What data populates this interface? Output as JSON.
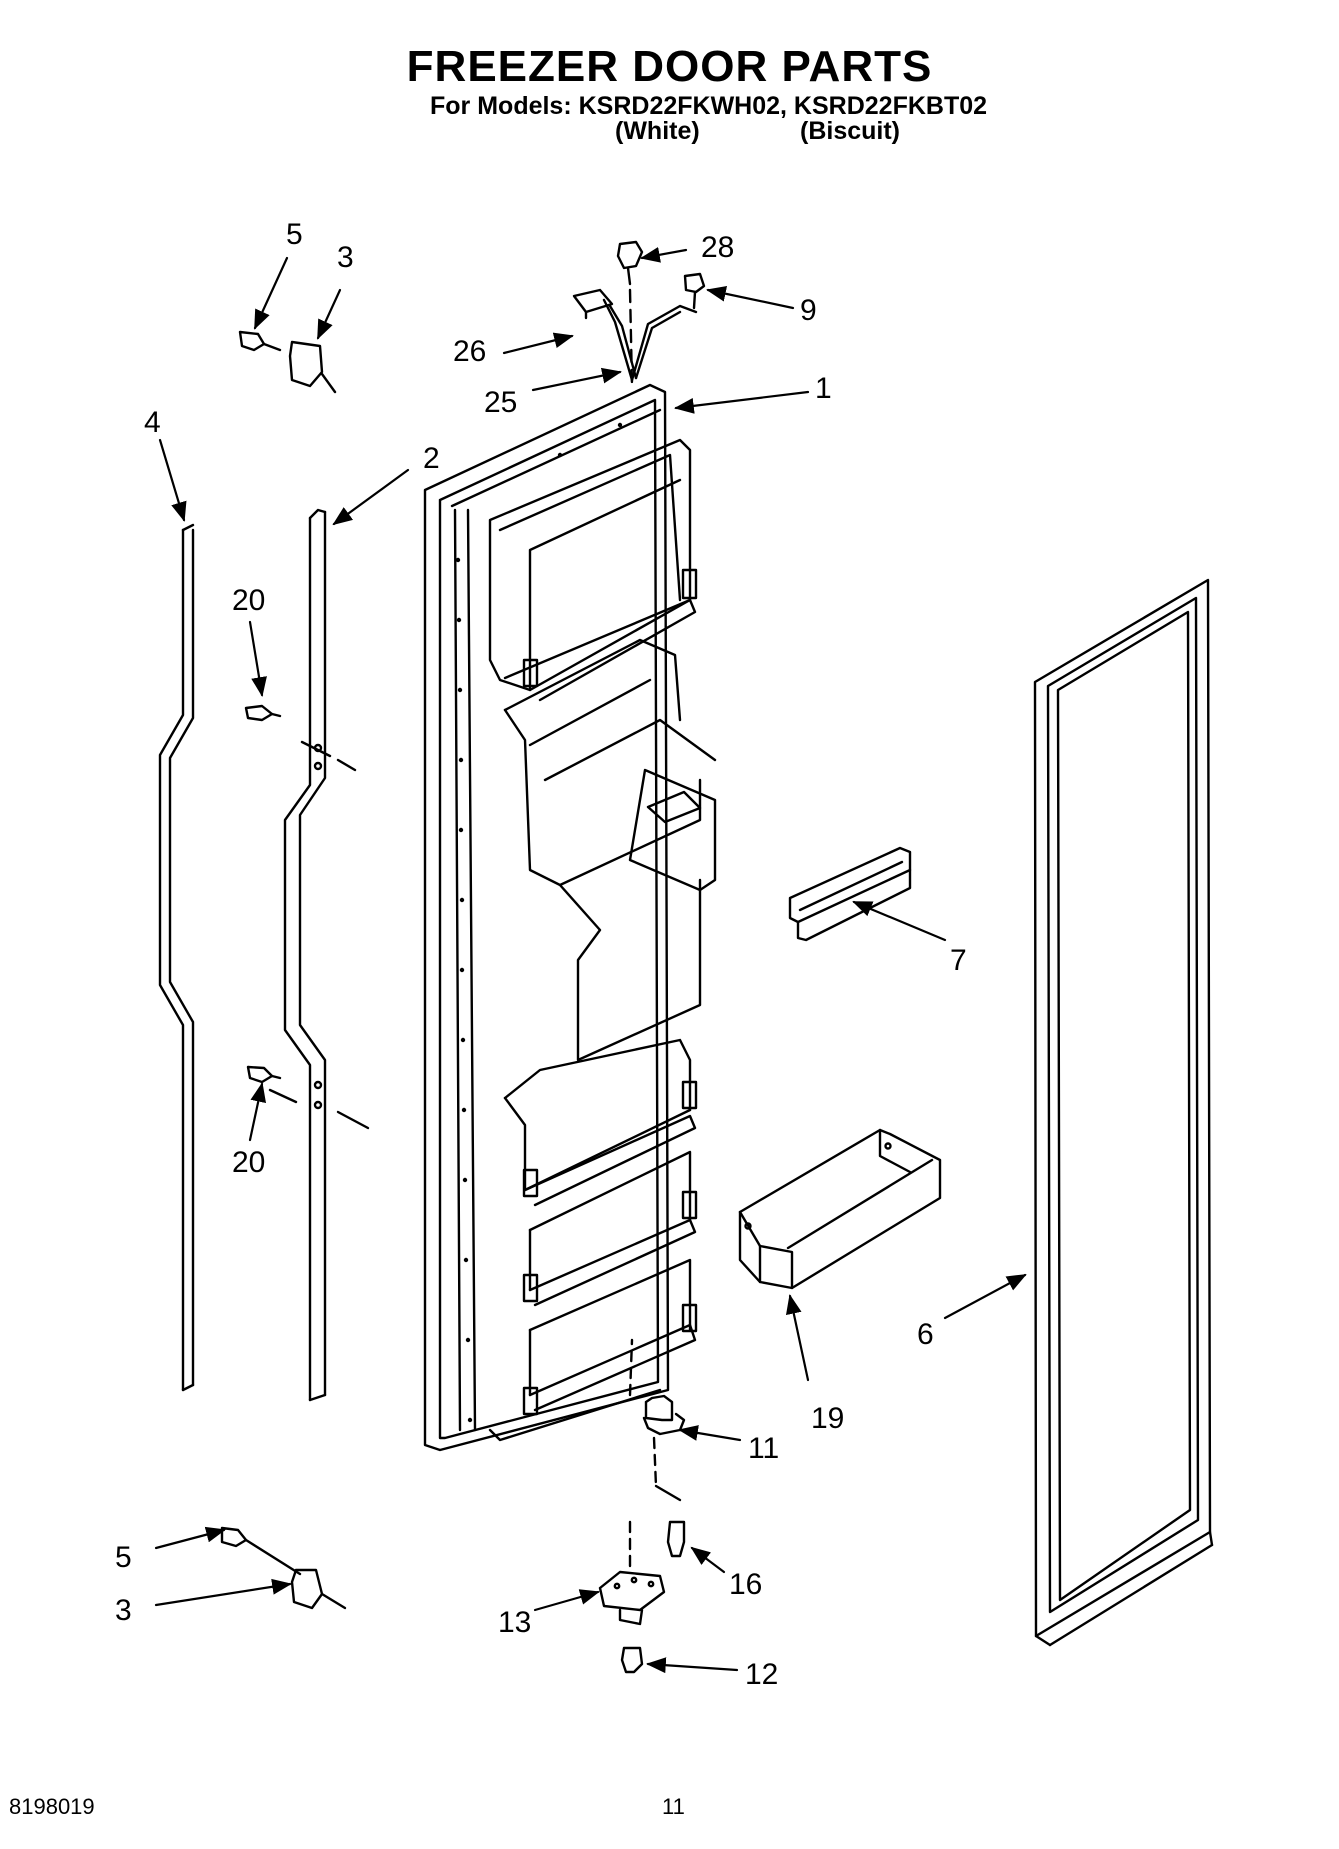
{
  "header": {
    "title": "FREEZER DOOR PARTS",
    "models_line": "For Models: KSRD22FKWH02, KSRD22FKBT02",
    "variant_white": "(White)",
    "variant_biscuit": "(Biscuit)"
  },
  "callouts": [
    {
      "id": "c28",
      "label": "28"
    },
    {
      "id": "c9",
      "label": "9"
    },
    {
      "id": "c26",
      "label": "26"
    },
    {
      "id": "c25",
      "label": "25"
    },
    {
      "id": "c1",
      "label": "1"
    },
    {
      "id": "c5a",
      "label": "5"
    },
    {
      "id": "c3a",
      "label": "3"
    },
    {
      "id": "c4",
      "label": "4"
    },
    {
      "id": "c2",
      "label": "2"
    },
    {
      "id": "c20a",
      "label": "20"
    },
    {
      "id": "c20b",
      "label": "20"
    },
    {
      "id": "c7",
      "label": "7"
    },
    {
      "id": "c6",
      "label": "6"
    },
    {
      "id": "c19",
      "label": "19"
    },
    {
      "id": "c11",
      "label": "11"
    },
    {
      "id": "c16",
      "label": "16"
    },
    {
      "id": "c13",
      "label": "13"
    },
    {
      "id": "c12",
      "label": "12"
    },
    {
      "id": "c5b",
      "label": "5"
    },
    {
      "id": "c3b",
      "label": "3"
    }
  ],
  "footer": {
    "doc_number": "8198019",
    "page_number": "11"
  }
}
